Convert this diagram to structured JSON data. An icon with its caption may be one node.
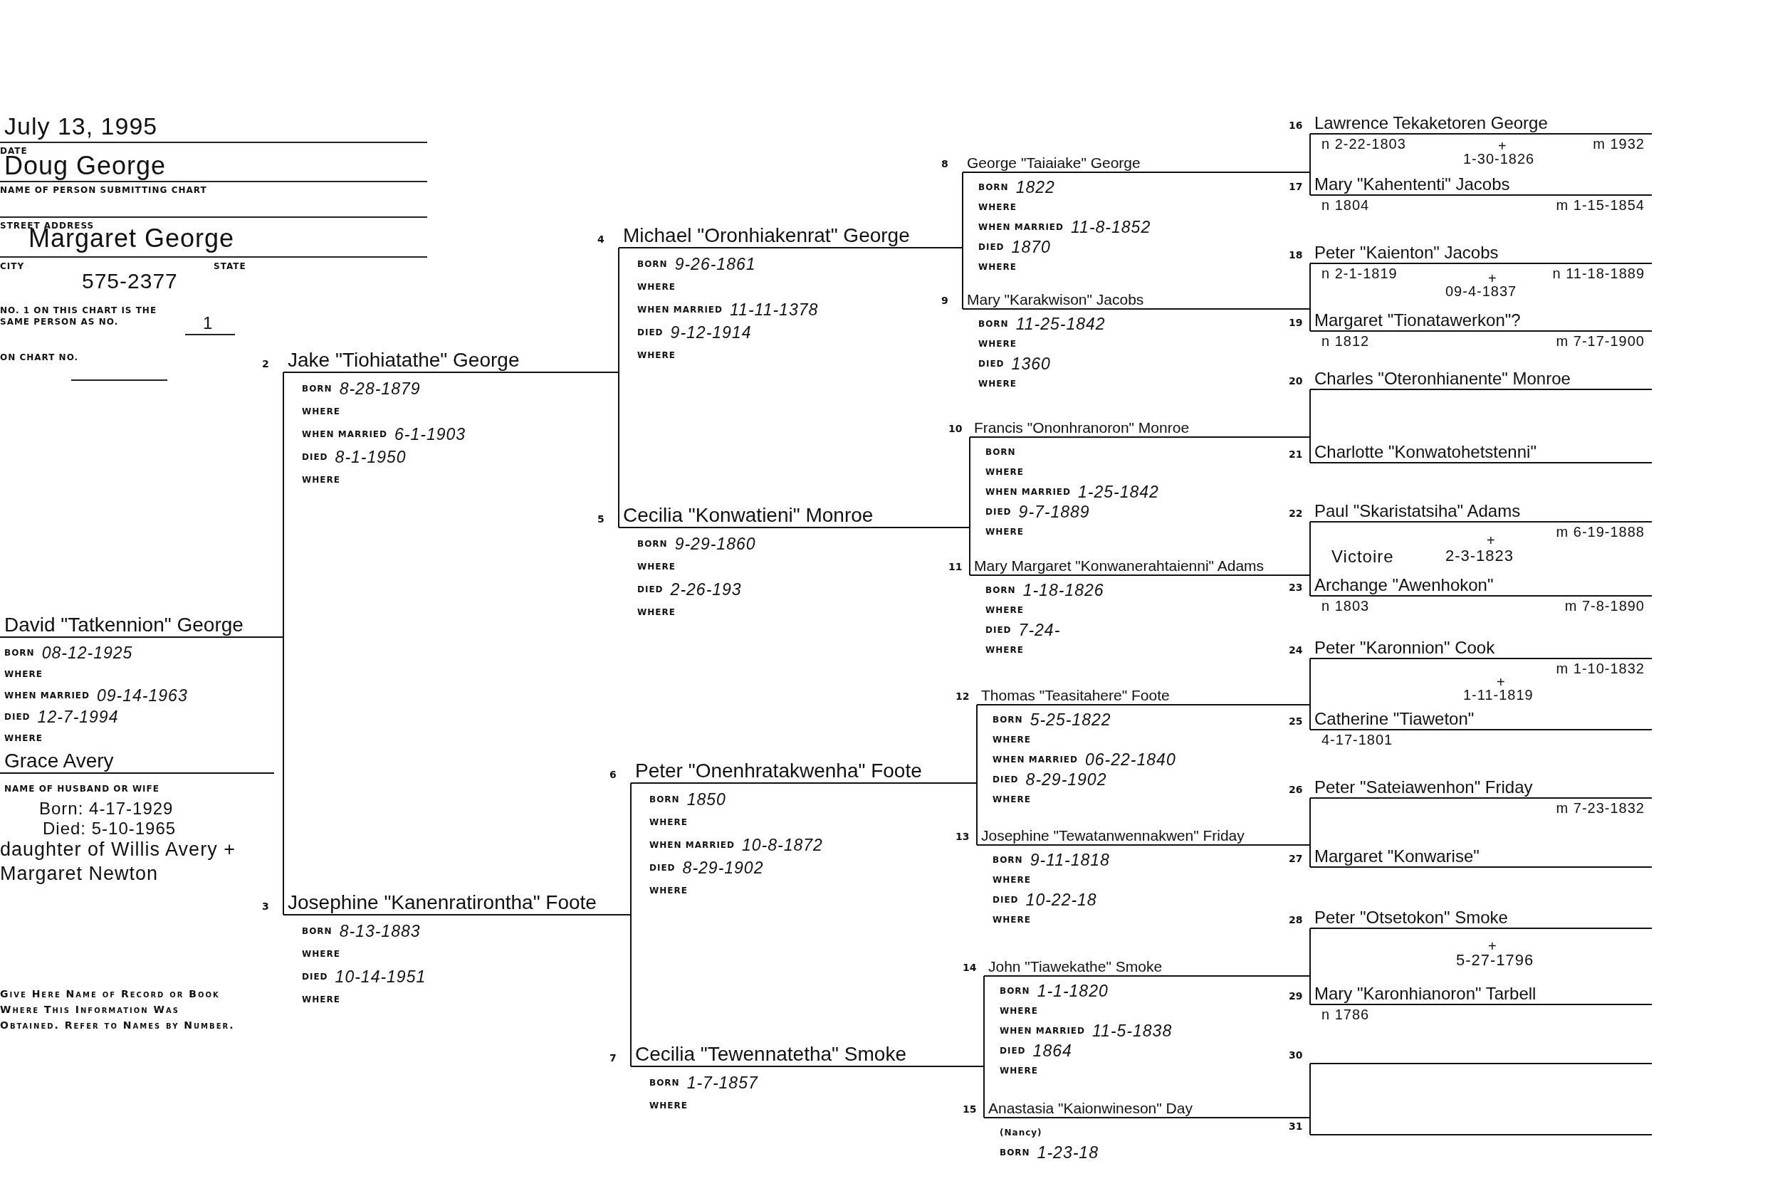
{
  "diagram": {
    "nodes": [
      {
        "text": [
          "David \"Tatkennion\" George",
          "BORN *08-12-1925*",
          "WHERE",
          "WHEN MARRIED *09-14-1963*",
          "DIED *12-7-1994*",
          "WHERE"
        ]
      },
      {
        "text": [
          "Jake \"Tiohiatathe\" George",
          "BORN *8-28-1879*",
          "WHERE",
          "WHEN MARRIED *6-1-1903*",
          "DIED *8-1-1950*",
          "WHERE"
        ]
      },
      {
        "text": [
          "Josephine \"Kanenratirontha\" Foote",
          "BORN *8-13-1883*",
          "WHERE",
          "DIED *10-14-1951*",
          "WHERE"
        ]
      },
      {
        "text": [
          "Michael \"Oronhiakenrat\" George",
          "BORN *9-26-1861*",
          "WHERE",
          "WHEN MARRIED *11-11-1378*",
          "DIED *9-12-1914*",
          "WHERE"
        ]
      },
      {
        "text": [
          "Cecilia \"Konwatieni\" Monroe",
          "BORN *9-29-1860*",
          "WHERE",
          "DIED *2-26-193*",
          "WHERE"
        ]
      },
      {
        "text": [
          "Peter \"Onenhratakwenha\" Foote",
          "BORN *1850*",
          "WHERE",
          "WHEN MARRIED *10-8-1872*",
          "DIED *8-29-1902*",
          "WHERE"
        ]
      },
      {
        "text": [
          "Cecilia \"Tewennatetha\" Smoke",
          "BORN *1-7-1857*",
          "WHERE"
        ]
      },
      {
        "text": [
          "George \"Taiaiake\" George",
          "BORN *1822*",
          "WHERE",
          "WHEN MARRIED *11-8-1852*",
          "DIED *1870*",
          "WHERE"
        ]
      },
      {
        "text": [
          "Mary \"Karakwison\" Jacobs",
          "BORN *11-25-1842*",
          "WHERE",
          "DIED *1360*",
          "WHERE"
        ]
      },
      {
        "text": [
          "Francis \"Ononhranoron\" Monroe",
          "BORN",
          "WHERE",
          "WHEN MARRIED *1-25-1842*",
          "DIED *9-7-1889*",
          "WHERE"
        ]
      },
      {
        "text": [
          "Mary Margaret \"Konwanerahtaienni\" Adams",
          "BORN *1-18-1826*",
          "WHERE",
          "DIED *7-24-*",
          "WHERE"
        ]
      },
      {
        "text": [
          "Thomas \"Teasitahere\" Foote",
          "BORN *5-25-1822*",
          "WHERE",
          "WHEN MARRIED *06-22-1840*",
          "DIED *8-29-1902*",
          "WHERE"
        ]
      },
      {
        "text": [
          "Josephine \"Tewatanwennakwen\" Friday",
          "BORN *9-11-1818*",
          "WHERE",
          "DIED *10-22-18*",
          "WHERE"
        ]
      },
      {
        "text": [
          "John \"Tiawekathe\" Smoke",
          "BORN *1-1-1820*",
          "WHERE",
          "WHEN MARRIED *11-5-1838*",
          "DIED *1864*",
          "WHERE"
        ]
      },
      {
        "text": [
          "Anastasia \"Kaionwineson\" Day",
          "(Nancy)",
          "BORN *1-23-18*"
        ]
      },
      {
        "text": [
          "Lawrence Tekaketoren George",
          "n 2-22-1803",
          "m 1932"
        ]
      },
      {
        "text": [
          "Mary \"Kahententi\" Jacobs",
          "n 1804",
          "m 1-15-1854"
        ]
      },
      {
        "text": [
          "Peter \"Kaienton\" Jacobs",
          "n 2-1-1819",
          "n 11-18-1889"
        ]
      },
      {
        "text": [
          "Margaret \"Tionatawerkon\"?",
          "n 1812",
          "m 7-17-1900"
        ]
      },
      {
        "text": [
          "Charles \"Oteronhianente\" Monroe"
        ]
      },
      {
        "text": [
          "Charlotte \"Konwatohetstenni\""
        ]
      },
      {
        "text": [
          "Paul \"Skaristatsiha\" Adams",
          "m 6-19-1888"
        ]
      },
      {
        "text": [
          "Archange \"Awenhokon\"",
          "n 1803",
          "m 7-8-1890"
        ]
      },
      {
        "text": [
          "Peter \"Karonnion\" Cook",
          "m 1-10-1832"
        ]
      },
      {
        "text": [
          "Catherine \"Tiaweton\"",
          "4-17-1801"
        ]
      },
      {
        "text": [
          "Peter \"Sateiawenhon\" Friday",
          "m 7-23-1832"
        ]
      },
      {
        "text": [
          "Margaret \"Konwarise\""
        ]
      },
      {
        "text": [
          "Peter \"Otsetokon\" Smoke"
        ]
      },
      {
        "text": [
          "Mary \"Karonhianoron\" Tarbell",
          "n 1786"
        ]
      },
      {
        "text": [],
        "shape": "line"
      },
      {
        "text": [],
        "shape": "line"
      },
      {
        "text": [
          "Grace Avery",
          "NAME OF HUSBAND OR WIFE"
        ]
      }
    ],
    "edges": [
      {
        "from": 0,
        "to": 1,
        "arrow": "none"
      },
      {
        "from": 0,
        "to": 2,
        "arrow": "none"
      },
      {
        "from": 1,
        "to": 3,
        "arrow": "none"
      },
      {
        "from": 1,
        "to": 4,
        "arrow": "none"
      },
      {
        "from": 2,
        "to": 5,
        "arrow": "none"
      },
      {
        "from": 2,
        "to": 6,
        "arrow": "none"
      },
      {
        "from": 3,
        "to": 7,
        "arrow": "none"
      },
      {
        "from": 3,
        "to": 8,
        "arrow": "none"
      },
      {
        "from": 4,
        "to": 9,
        "arrow": "none"
      },
      {
        "from": 4,
        "to": 10,
        "arrow": "none"
      },
      {
        "from": 5,
        "to": 11,
        "arrow": "none"
      },
      {
        "from": 5,
        "to": 12,
        "arrow": "none"
      },
      {
        "from": 6,
        "to": 13,
        "arrow": "none"
      },
      {
        "from": 6,
        "to": 14,
        "arrow": "none"
      },
      {
        "from": 7,
        "to": 15,
        "arrow": "none"
      },
      {
        "from": 7,
        "to": 16,
        "arrow": "none"
      },
      {
        "from": 8,
        "to": 17,
        "arrow": "none"
      },
      {
        "from": 8,
        "to": 18,
        "arrow": "none"
      },
      {
        "from": 9,
        "to": 19,
        "arrow": "none"
      },
      {
        "from": 9,
        "to": 20,
        "arrow": "none"
      },
      {
        "from": 10,
        "to": 21,
        "arrow": "none"
      },
      {
        "from": 10,
        "to": 22,
        "arrow": "none"
      },
      {
        "from": 11,
        "to": 23,
        "arrow": "none"
      },
      {
        "from": 11,
        "to": 24,
        "arrow": "none"
      },
      {
        "from": 12,
        "to": 25,
        "arrow": "none"
      },
      {
        "from": 12,
        "to": 26,
        "arrow": "none"
      },
      {
        "from": 13,
        "to": 27,
        "arrow": "none"
      },
      {
        "from": 13,
        "to": 28,
        "arrow": "none"
      },
      {
        "from": 14,
        "to": 29,
        "arrow": "none"
      },
      {
        "from": 14,
        "to": 30,
        "arrow": "none"
      }
    ],
    "labels": [
      "July 13, 1995",
      "DATE",
      "Doug George",
      "NAME OF PERSON SUBMITTING CHART",
      "STREET ADDRESS",
      "Margaret George",
      "CITY",
      "STATE",
      "575-2377",
      "NO. 1 ON THIS CHART IS THE SAME PERSON AS NO.",
      "1",
      "ON CHART NO.",
      "Born: 4-17-1929",
      "Died: 5-10-1965",
      "daughter of Willis Avery + Margaret Newton",
      "Give Here Name of Record or Book Where This Information Was Obtained. Refer to Names by Number.",
      "+",
      "1-30-1826",
      "+",
      "09-4-1837",
      "+",
      "2-3-1823",
      "Victoire",
      "+",
      "1-11-1819",
      "+",
      "5-27-1796",
      "2",
      "3",
      "4",
      "5",
      "6",
      "7",
      "8",
      "9",
      "10",
      "11",
      "12",
      "13",
      "14",
      "15",
      "16",
      "17",
      "18",
      "19",
      "20",
      "21",
      "22",
      "23",
      "24",
      "25",
      "26",
      "27",
      "28",
      "29",
      "30",
      "31"
    ]
  }
}
